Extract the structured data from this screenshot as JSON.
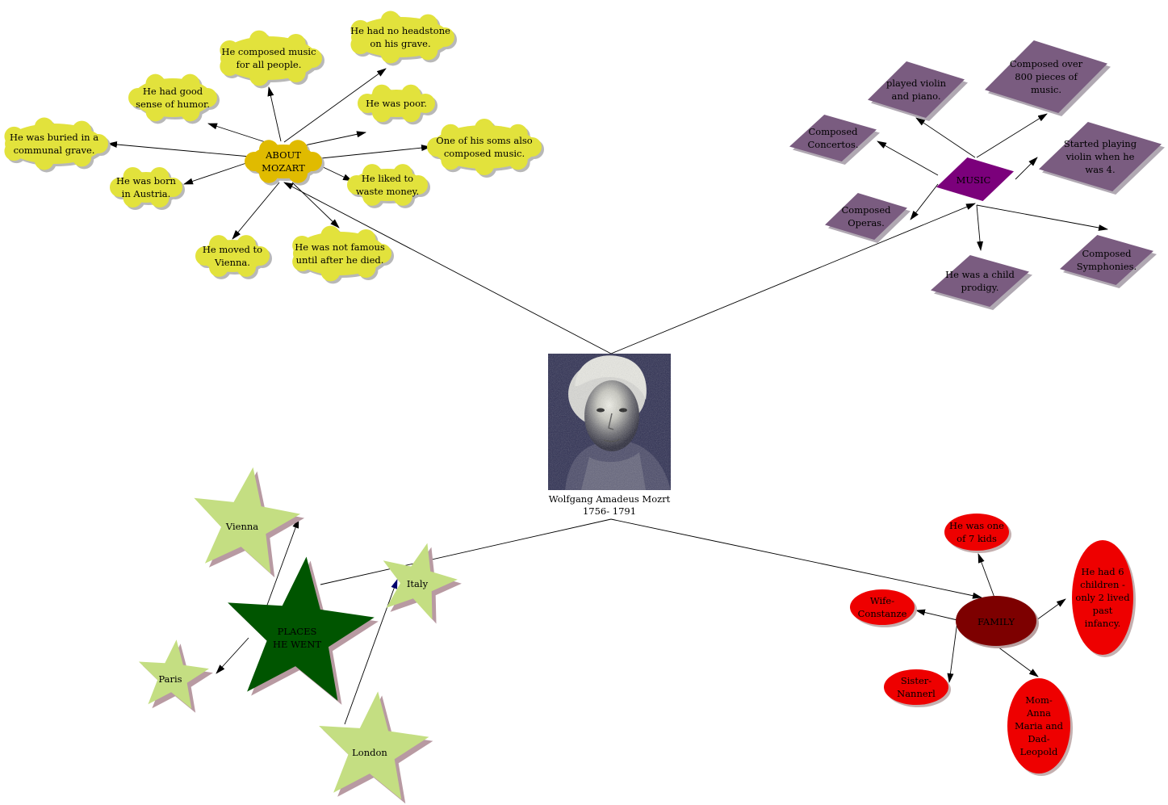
{
  "center": {
    "name": "Wolfgang Amadeus Mozrt",
    "years": "1756- 1791"
  },
  "about": {
    "title_line1": "ABOUT",
    "title_line2": "MOZART",
    "color": "#e0bb00",
    "cloud_color": "#e2e23c",
    "facts": [
      [
        "He composed music",
        "for all people."
      ],
      [
        "He had no headstone",
        "on his grave."
      ],
      [
        "He had good",
        "sense of humor."
      ],
      [
        "He was poor."
      ],
      [
        "He was buried in a",
        "communal grave."
      ],
      [
        "One of his soms also",
        "composed music."
      ],
      [
        "He was born",
        "in Austria."
      ],
      [
        "He liked to",
        "waste money."
      ],
      [
        "He moved  to",
        "Vienna."
      ],
      [
        "He was not famous",
        "until after he died."
      ]
    ]
  },
  "music": {
    "title": "MUSIC",
    "color": "#7b007b",
    "diamond_color": "#7a5c80",
    "facts": [
      [
        "played violin",
        "and piano."
      ],
      [
        "Composed over",
        "800 pieces of",
        "music."
      ],
      [
        "Composed",
        "Concertos."
      ],
      [
        "Started playing",
        "violin when he",
        "was 4."
      ],
      [
        "Composed",
        "Operas."
      ],
      [
        "Composed",
        "Symphonies."
      ],
      [
        "He was a child",
        "prodigy."
      ]
    ]
  },
  "places": {
    "title_line1": "PLACES",
    "title_line2": "HE WENT",
    "color": "#005500",
    "star_color": "#c4de82",
    "items": [
      "Vienna",
      "Italy",
      "Paris",
      "London"
    ]
  },
  "family": {
    "title": "FAMILY",
    "color": "#7d0000",
    "oval_color": "#ee0000",
    "facts": [
      [
        "He was one",
        "of 7 kids"
      ],
      [
        "He had 6",
        "children -",
        "only 2 lived",
        "past",
        "infancy."
      ],
      [
        "Wife-",
        "Constanze"
      ],
      [
        "Sister-",
        "Nannerl"
      ],
      [
        "Mom-",
        "Anna",
        "Maria and",
        "Dad-",
        "Leopold"
      ]
    ]
  }
}
